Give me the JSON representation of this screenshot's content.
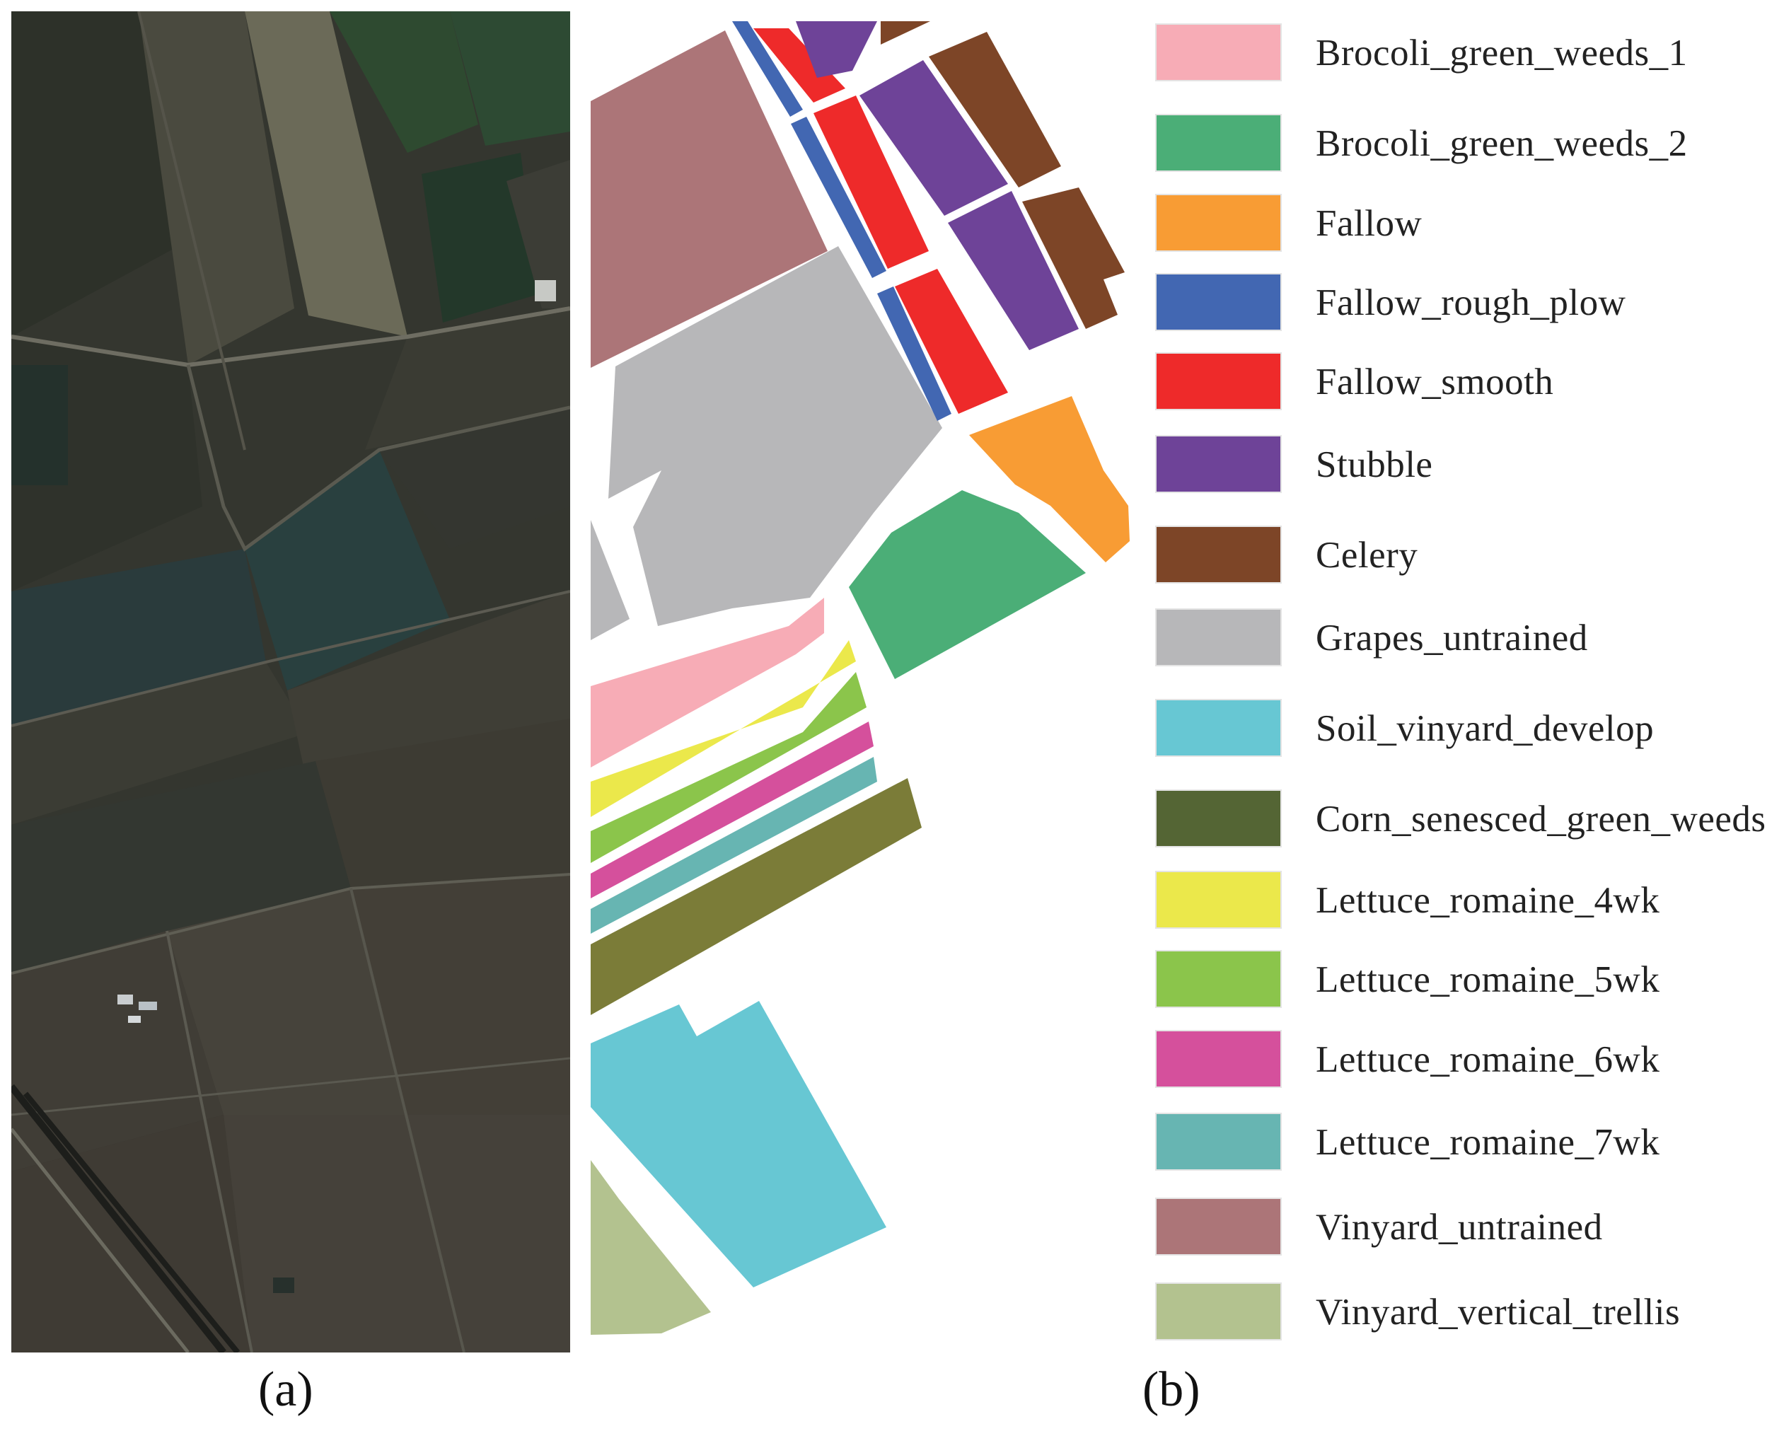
{
  "panels": {
    "a_label": "(a)",
    "b_label": "(b)"
  },
  "legend": [
    {
      "label": "Brocoli_green_weeds_1",
      "color": "#f7acb6"
    },
    {
      "label": "Brocoli_green_weeds_2",
      "color": "#4bae77"
    },
    {
      "label": "Fallow",
      "color": "#f89c34"
    },
    {
      "label": "Fallow_rough_plow",
      "color": "#4267b2"
    },
    {
      "label": "Fallow_smooth",
      "color": "#ee2a2a"
    },
    {
      "label": "Stubble",
      "color": "#6e4398"
    },
    {
      "label": "Celery",
      "color": "#7d4527"
    },
    {
      "label": "Grapes_untrained",
      "color": "#b7b7b9"
    },
    {
      "label": "Soil_vinyard_develop",
      "color": "#67c7d3"
    },
    {
      "label": "Corn_senesced_green_weeds",
      "color": "#546534"
    },
    {
      "label": "Lettuce_romaine_4wk",
      "color": "#ebe84b"
    },
    {
      "label": "Lettuce_romaine_5wk",
      "color": "#8bc54b"
    },
    {
      "label": "Lettuce_romaine_6wk",
      "color": "#d5509c"
    },
    {
      "label": "Lettuce_romaine_7wk",
      "color": "#67b5b2"
    },
    {
      "label": "Vinyard_untrained",
      "color": "#ac7578"
    },
    {
      "label": "Vinyard_vertical_trellis",
      "color": "#b3c28f"
    }
  ]
}
